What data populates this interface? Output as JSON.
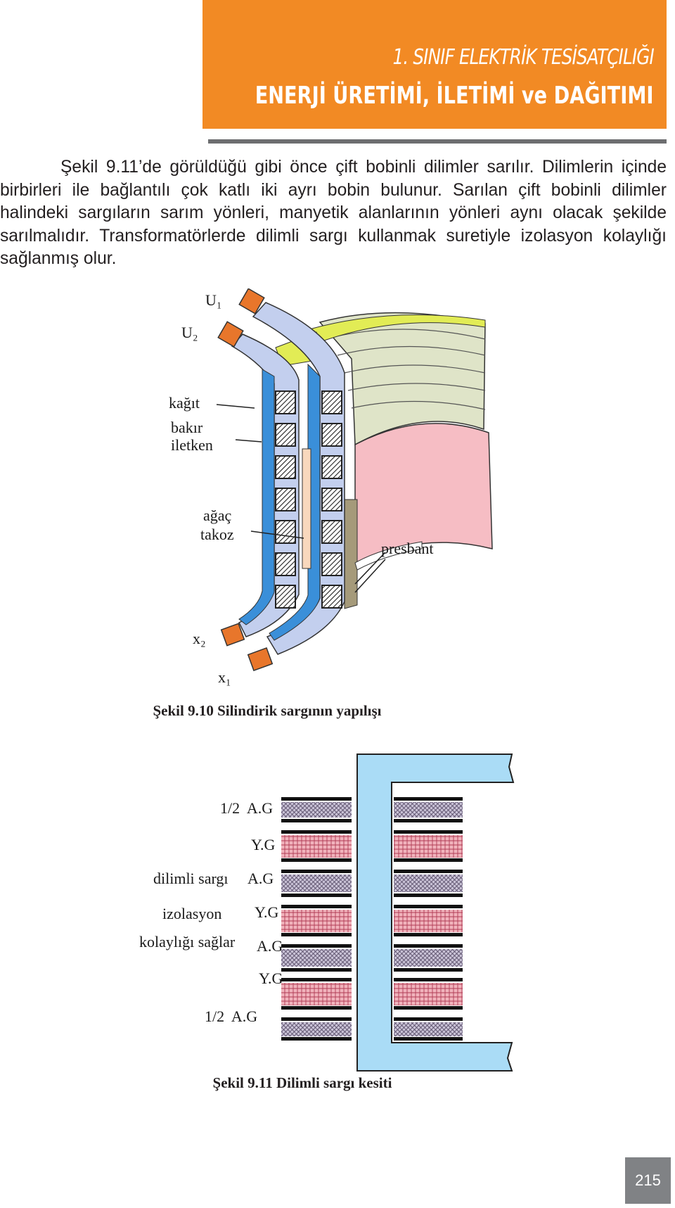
{
  "header": {
    "subtitle": "1. SINIF ELEKTRİK TESİSATÇILIĞI",
    "title": "ENERJİ ÜRETİMİ, İLETİMİ ve DAĞITIMI"
  },
  "paragraph": "Şekil 9.11’de görüldüğü gibi önce çift bobinli dilimler sarılır. Dilimlerin içinde birbirleri ile bağlantılı çok katlı iki ayrı bobin bulunur. Sarılan çift bobinli dilimler halindeki sargıların sarım yönleri, manyetik alanlarının yönleri aynı olacak şekilde sarılmalıdır. Transformatörlerde dilimli sargı kullanmak suretiyle izolasyon kolaylığı sağlanmış olur.",
  "figure1": {
    "caption": "Şekil 9.10 Silindirik sargının yapılışı",
    "labels": {
      "u1": "U₁",
      "u2": "U₂",
      "kagit": "kağıt",
      "bakir": "bakır",
      "iletken": "iletken",
      "agac": "ağaç",
      "takoz": "takoz",
      "presbant": "presbant",
      "x2": "x₂",
      "x1": "x₁"
    },
    "colors": {
      "coil_blue": "#3a8fd9",
      "coil_light": "#c3cfee",
      "terminal": "#e8762b",
      "insulation_yellow": "#e2ec55",
      "paper_green": "#dfe4c8",
      "pink": "#f6bdc4",
      "wood": "#f8d8bd",
      "presbant": "#a59a7a"
    }
  },
  "figure2": {
    "caption": "Şekil 9.11 Dilimli sargı kesiti",
    "labels": {
      "half_ag_top": "1/2  A.G",
      "yg1": "Y.G",
      "dilimli": "dilimli sargı",
      "ag1": "A.G",
      "izolasyon": "izolasyon",
      "yg2": "Y.G",
      "kolayligi": "kolaylığı sağlar",
      "ag2": "A.G",
      "yg3": "Y.G",
      "half_ag_bottom": "1/2  A.G"
    },
    "colors": {
      "core": "#aadcf6",
      "ag_fill": "#b9b2c8",
      "yg_fill": "#e49aa6",
      "separator": "#111111"
    }
  },
  "page_number": "215"
}
